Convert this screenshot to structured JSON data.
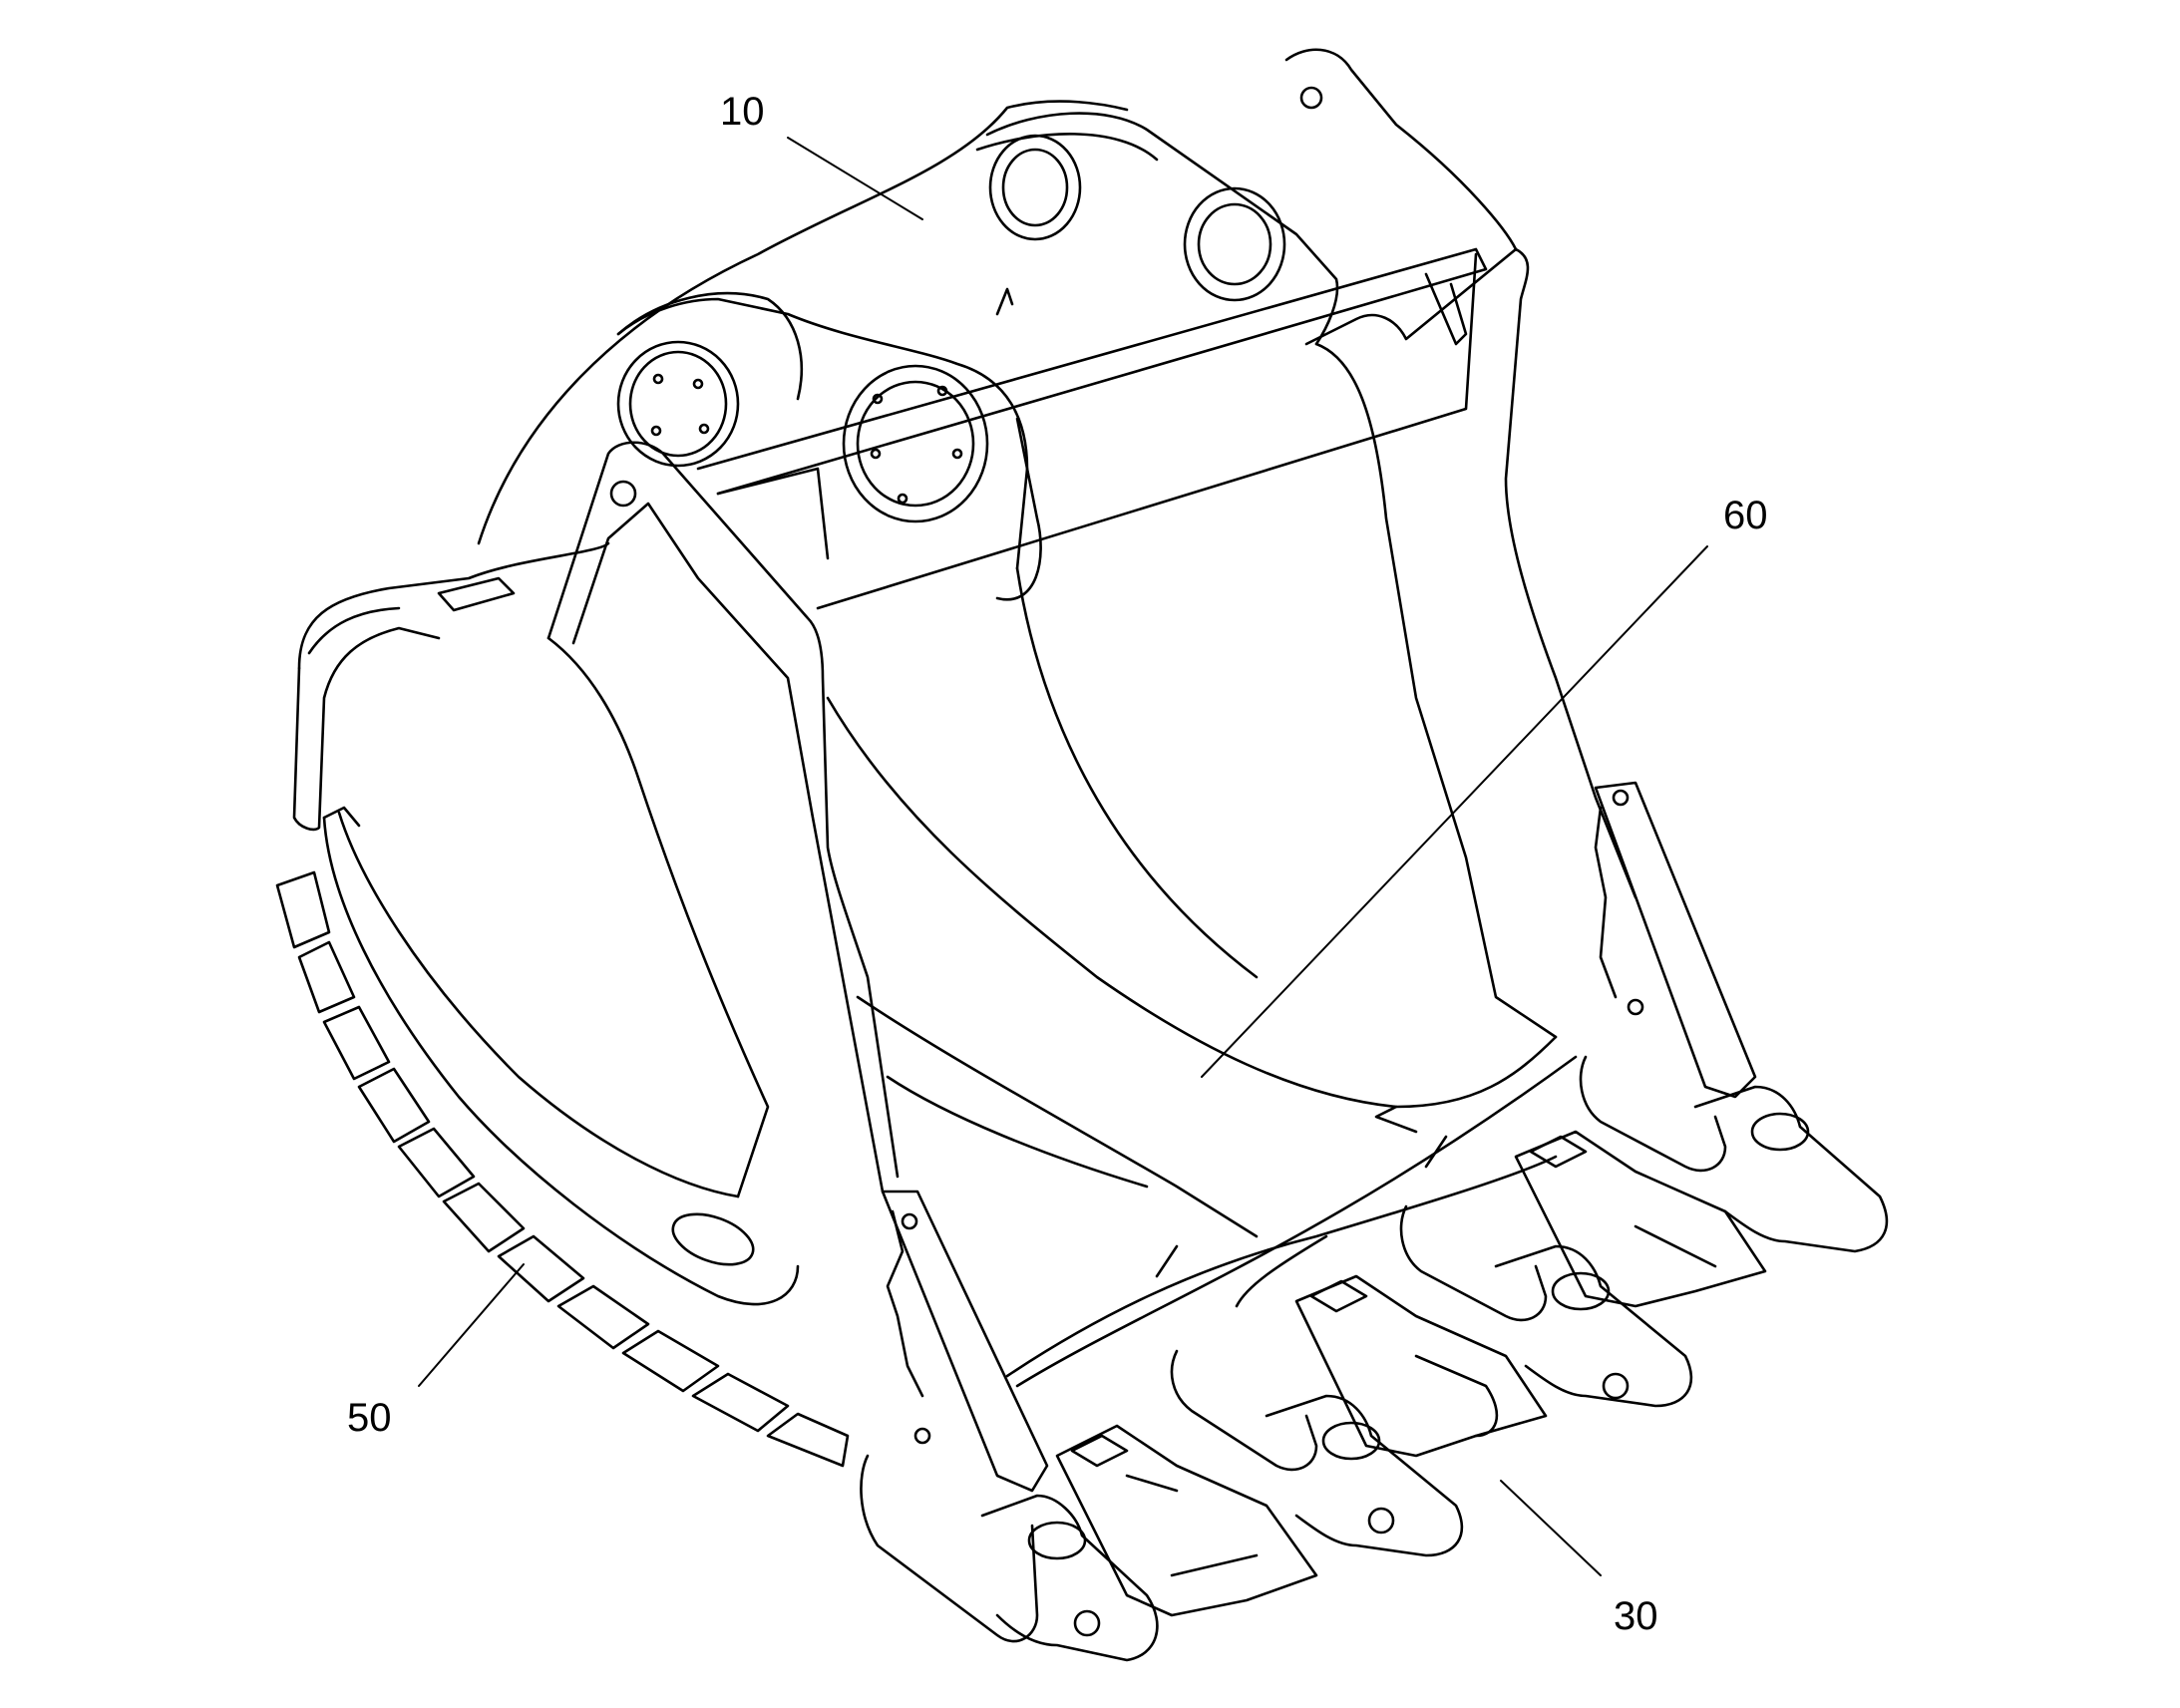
{
  "figure": {
    "labels": {
      "l10": "10",
      "l60": "60",
      "l50": "50",
      "l30": "30"
    },
    "colors": {
      "stroke": "#000000",
      "background": "#ffffff"
    }
  }
}
